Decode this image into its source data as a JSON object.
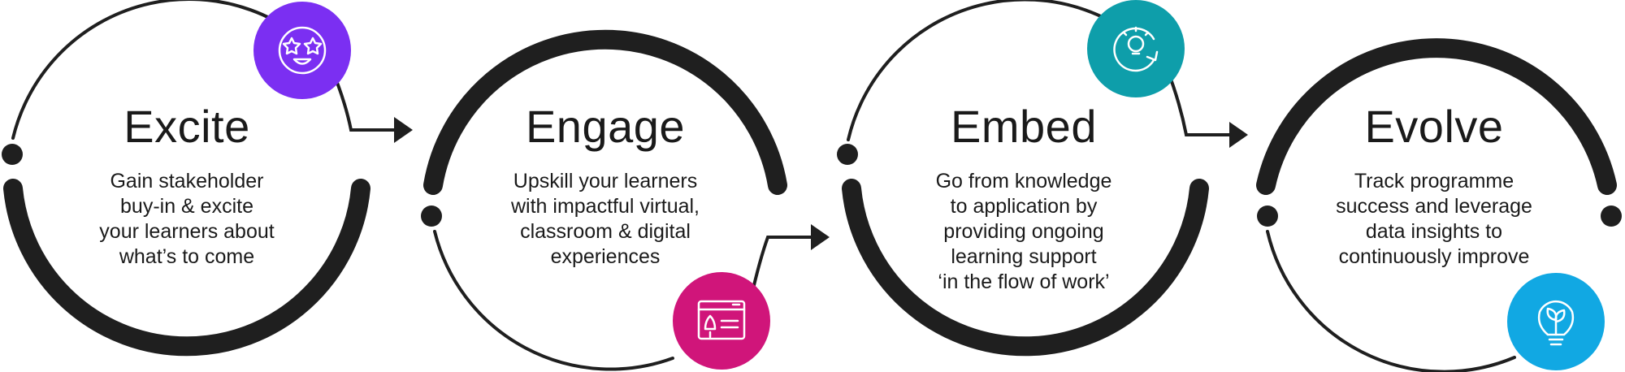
{
  "stages": [
    {
      "title": "Excite",
      "lines": [
        "Gain stakeholder",
        "buy-in & excite",
        "your learners about",
        "what’s to come"
      ],
      "icon": "star-struck-face-icon",
      "color": "#7B2FF2"
    },
    {
      "title": "Engage",
      "lines": [
        "Upskill your learners",
        "with impactful virtual,",
        "classroom & digital",
        "experiences"
      ],
      "icon": "rocket-browser-icon",
      "color": "#D0157A"
    },
    {
      "title": "Embed",
      "lines": [
        "Go from knowledge",
        "to application by",
        "providing ongoing",
        "learning support",
        "‘in the flow of work’"
      ],
      "icon": "lightbulb-cycle-icon",
      "color": "#0E9EAA"
    },
    {
      "title": "Evolve",
      "lines": [
        "Track programme",
        "success and leverage",
        "data insights to",
        "continuously improve"
      ],
      "icon": "plant-lightbulb-icon",
      "color": "#11A8E3"
    }
  ],
  "colors": {
    "ring": "#1f1f1f",
    "text": "#1a1a1a"
  }
}
